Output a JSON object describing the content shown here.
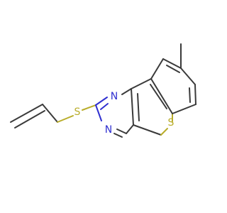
{
  "atoms": {
    "s_allyl": {
      "symbol": "S",
      "color": "#b9ad2b"
    },
    "s_ring": {
      "symbol": "S",
      "color": "#b9ad2b"
    },
    "n1": {
      "symbol": "N",
      "color": "#2f2fd0"
    },
    "n3": {
      "symbol": "N",
      "color": "#2f2fd0"
    }
  },
  "colors": {
    "carbon_bond": "#3a3a3a",
    "nitrogen": "#2f2fd0",
    "sulfur": "#b9ad2b",
    "background": "#ffffff"
  }
}
